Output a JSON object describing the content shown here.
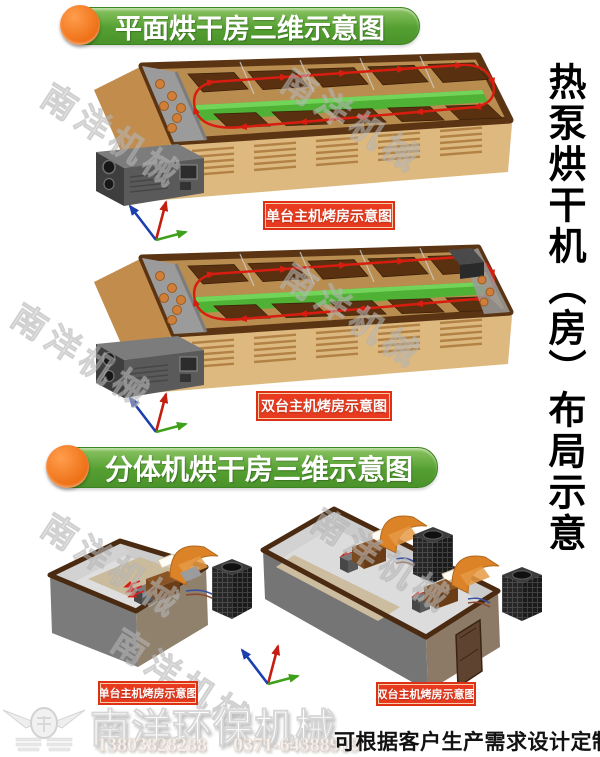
{
  "sections": [
    {
      "banner": "平面烘干房三维示意图",
      "diagrams": [
        {
          "caption": "单台主机烤房示意图"
        },
        {
          "caption": "双台主机烤房示意图"
        }
      ]
    },
    {
      "banner": "分体机烘干房三维示意图",
      "diagrams": [
        {
          "caption": "单台主机烤房示意图"
        },
        {
          "caption": "双台主机烤房示意图"
        }
      ]
    }
  ],
  "side_title": "热泵烘干机（房）布局示意",
  "watermark": "南洋机械",
  "footer": {
    "company": "南洋环保机械",
    "phone_mobile": "13803828288",
    "phone_landline": "0371-64388919",
    "note": "可根据客户生产需求设计定制"
  },
  "colors": {
    "banner_green": "#55a032",
    "banner_circle_orange": "#ee6f14",
    "label_red": "#e83a1e",
    "room_tan": "#c18c4c",
    "rim_brown": "#5b3513",
    "floor_green": "#4fb235",
    "tray_brown": "#5a3110",
    "machine_grey": "#4f4f4f",
    "duct_orange": "#dd8327",
    "arrow_red": "#d81d10"
  }
}
